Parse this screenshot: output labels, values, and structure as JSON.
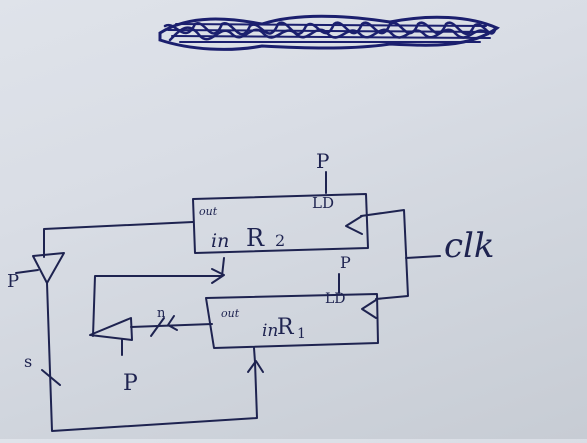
{
  "scribble": {
    "color": "#1b1f6e"
  },
  "register_top": {
    "name": "R",
    "subscript": "2",
    "out_label": "out",
    "in_label": "in",
    "load_label": "LD",
    "control_label": "P"
  },
  "register_bottom": {
    "name": "R",
    "subscript": "1",
    "out_label": "out",
    "in_label": "in",
    "load_label": "LD",
    "control_label": "P"
  },
  "clock_label": "clk",
  "tristate_left": {
    "control_label": "P"
  },
  "tristate_middle": {
    "control_label": "P",
    "bus_width_label": "n"
  },
  "bus_label": "s",
  "colors": {
    "ink": "#1e2350",
    "paper": "#d9dde5"
  }
}
